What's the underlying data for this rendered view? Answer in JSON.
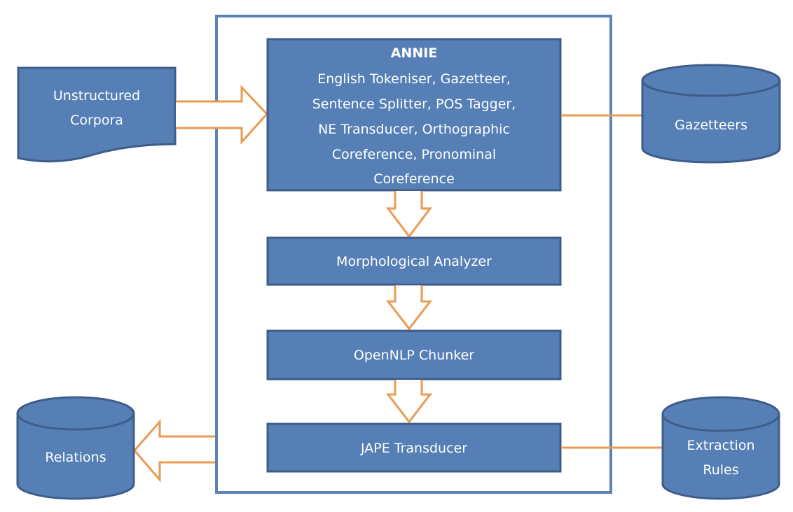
{
  "colors": {
    "box_fill": "#567FB6",
    "box_stroke": "#3E5D8A",
    "container_stroke": "#5B83BA",
    "arrow_stroke": "#EB9A52",
    "text": "#ffffff"
  },
  "inputs": {
    "unstructured_corpora": {
      "lines": [
        "Unstructured",
        "Corpora"
      ]
    }
  },
  "pipeline": {
    "annie": {
      "title": "ANNIE",
      "lines": [
        "English Tokeniser, Gazetteer,",
        "Sentence Splitter, POS Tagger,",
        "NE Transducer, Orthographic",
        "Coreference, Pronominal",
        "Coreference"
      ]
    },
    "morphological_analyzer": {
      "label": "Morphological Analyzer"
    },
    "opennlp_chunker": {
      "label": "OpenNLP Chunker"
    },
    "jape_transducer": {
      "label": "JAPE Transducer"
    }
  },
  "resources": {
    "gazetteers": {
      "lines": [
        "Gazetteers"
      ]
    },
    "extraction_rules": {
      "lines": [
        "Extraction",
        "Rules"
      ]
    }
  },
  "outputs": {
    "relations": {
      "lines": [
        "Relations"
      ]
    }
  }
}
